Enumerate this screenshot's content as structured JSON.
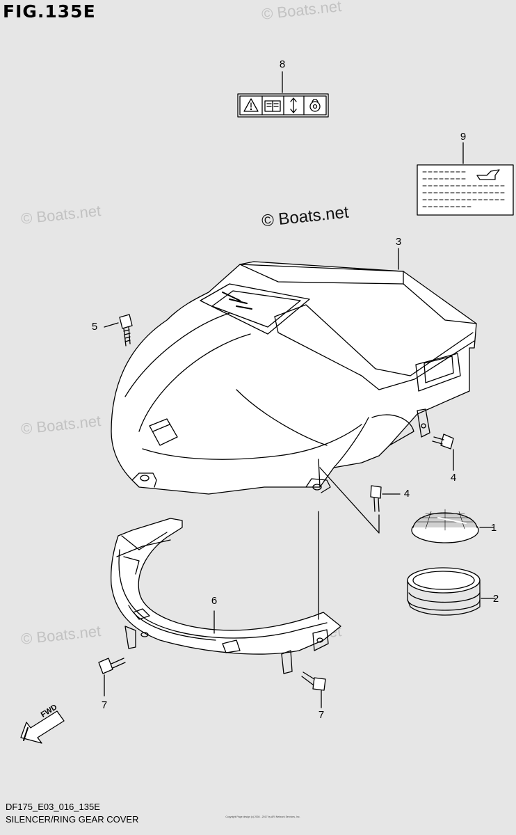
{
  "figure": {
    "title": "FIG.135E",
    "code": "DF175_E03_016_135E",
    "caption": "SILENCER/RING GEAR COVER",
    "footer": "Copyright Page design (c) 2004 - 2017 by ARI Network Services, Inc."
  },
  "watermark": "© Boats.net",
  "fwd_label": "FWD",
  "callouts": [
    "1",
    "2",
    "3",
    "4",
    "4",
    "5",
    "6",
    "7",
    "7",
    "8",
    "9"
  ],
  "icons": [
    "warning-triangle-icon",
    "manual-book-icon",
    "up-down-arrow-icon",
    "oil-can-icon"
  ]
}
